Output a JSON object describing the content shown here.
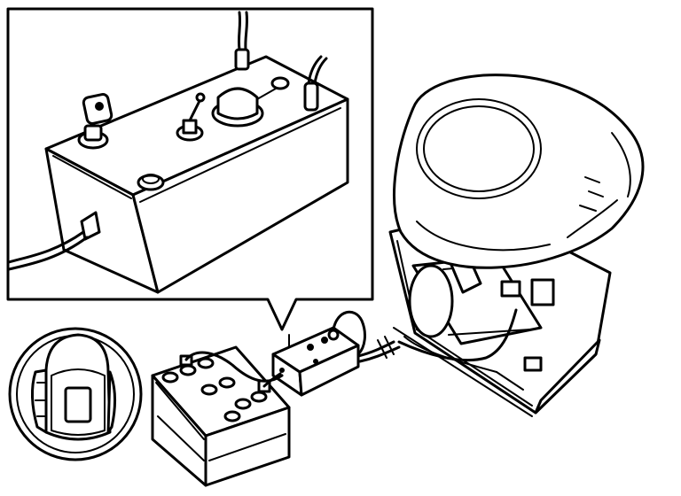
{
  "figure": {
    "type": "line-art illustration",
    "colors": {
      "ink": "#000000",
      "paper": "#ffffff"
    },
    "icons": [
      "control-box-detail-inset",
      "welding-helmet-symbol",
      "car-battery",
      "control-box",
      "light-unit-with-cover"
    ]
  }
}
